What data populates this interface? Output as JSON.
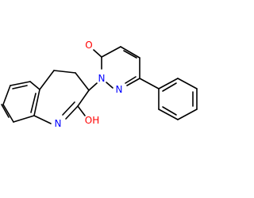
{
  "molecule": {
    "atoms": {
      "oxygen_ketone": {
        "label": "O",
        "color": "#ff0000"
      },
      "nitrogen_n2": {
        "label": "N",
        "color": "#0000ff"
      },
      "nitrogen_n1": {
        "label": "N",
        "color": "#0000ff"
      },
      "nitrogen_ring": {
        "label": "N",
        "color": "#0000ff"
      },
      "hydroxyl": {
        "label": "OH",
        "color": "#ff0000"
      }
    },
    "bond_color": "#000000"
  }
}
